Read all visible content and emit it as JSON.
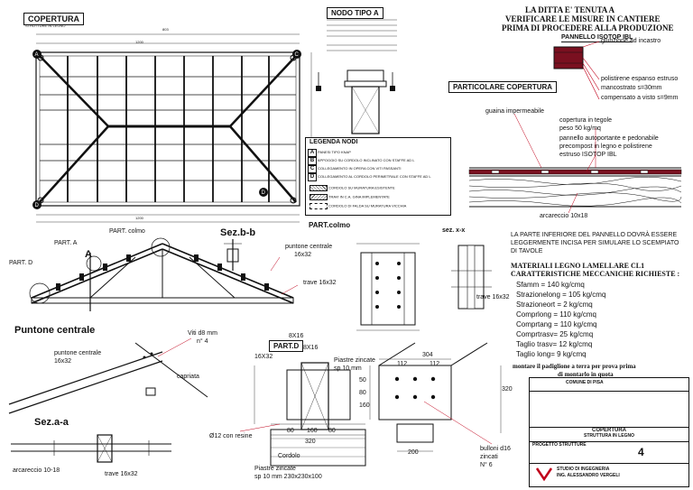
{
  "titles": {
    "copertura": "COPERTURA",
    "copertura_sub": "STRUTTURE IN LEGNO",
    "nodo": "NODO TIPO A",
    "particolare": "PARTICOLARE COPERTURA",
    "pannello": "PANNELLO ISOTOP IBL",
    "part_colmo": "PART.colmo",
    "part_d": "PART.D",
    "puntone": "Puntone centrale",
    "sez_bb": "Sez.b-b",
    "sez_aa": "Sez.a-a",
    "sez_xx": "sez. x-x"
  },
  "warning": {
    "line1": "LA DITTA E' TENUTA A",
    "line2": "VERIFICARE LE MISURE IN CANTIERE",
    "line3": "PRIMA DI PROCEDERE ALLA PRODUZIONE"
  },
  "pannello_labels": {
    "giunzione": "giunzione ad incastro",
    "polistirene": "polistirene espanso estruso",
    "manostrato": "mancostrato s=30mm",
    "compensato": "compensato a visto s=9mm"
  },
  "particolare_labels": {
    "guaina": "guaina impermeabile",
    "tegole": "copertura in tegole",
    "peso": "peso 50 kg/mq",
    "pannello1": "pannello autoportante e pedonabile",
    "pannello2": "precompost in legno e polistirene",
    "pannello3": "estruso ISOTOP IBL",
    "arcareccio": "arcareccio 10x18"
  },
  "legenda": {
    "title": "LEGENDA NODI",
    "rows": [
      {
        "key": "A",
        "text": "PANESI TIPO KNAP"
      },
      {
        "key": "B",
        "text": "APPOGGIO SU CORDOLO INCLINATO CON STAFFE AD L"
      },
      {
        "key": "C",
        "text": "COLLEGAMENTO IN OPERA CON VITI PASSANTI"
      },
      {
        "key": "D",
        "text": "COLLEGAMENTO AL CORDOLO PERIMETRALE CON STAFFE AD L"
      }
    ],
    "hatch": [
      "CORDOLO SU MURATURA ESISTENTE",
      "TRAVI IN C.A. GINA IMPLEMENTATE",
      "CORDOLO DI FALDA SU MURATURA VICCHIA"
    ]
  },
  "note_superficie": {
    "line1": "LA PARTE INFERIORE DEL PANNELLO DOVRÀ ESSERE",
    "line2": "LEGGERMENTE INCISA PER SIMULARE LO SCEMPIATO",
    "line3": "DI TAVOLE"
  },
  "materiali": {
    "title1": "MATERIALI LEGNO LAMELLARE CL1",
    "title2": "CARATTERISTICHE MECCANICHE RICHIESTE :",
    "rows": [
      "Sfamm = 140 kg/cmq",
      "Strazionelong = 105 kg/cmq",
      "Strazioneort = 2 kg/cmq",
      "Comprlong = 110 kg/cmq",
      "Comprtang = 110 kg/cmq",
      "Comprtrasv= 25 kg/cmq",
      "Taglio trasv= 12 kg/cmq",
      "Taglio long= 9 kg/cmq"
    ],
    "montaggio1": "montare il padiglione a terra per prova prima",
    "montaggio2": "di montarlo in quota"
  },
  "colmo_labels": {
    "part_a": "PART. A",
    "part_colmo_lbl": "PART. colmo",
    "part_d": "PART. D",
    "puntone": "puntone centrale",
    "puntone_dim": "16x32",
    "trave": "trave 16x32",
    "trave2": "trave 16x32",
    "a": "A",
    "b_left": "b",
    "b_right": "b"
  },
  "puntone_labels": {
    "viti": "Viti d8 mm",
    "viti_n": "n° 4",
    "puntone": "puntone centrale",
    "dim": "16x32",
    "capriata": "capriata",
    "arcareccio": "arcareccio 10-18",
    "trave": "trave 16x32"
  },
  "part_d_labels": {
    "dim1": "8X16",
    "dim2": "8X16",
    "dim3": "16X32",
    "piastre1": "Piastre zincate",
    "piastre1b": "sp 10 mm",
    "resine": "Ø12 con resine",
    "d80": "80",
    "d160": "160",
    "d80b": "80",
    "d320": "320",
    "cordolo": "Cordolo",
    "piastre2": "Piastre zincate",
    "piastre2b": "sp 10 mm 230x230x100",
    "d304": "304",
    "d112a": "112",
    "d112b": "112",
    "d320b": "320",
    "d200": "200",
    "bulloni": "bulloni d16",
    "zincati": "zincati",
    "n6": "N° 6",
    "d50": "50",
    "d80v": "80",
    "d160v": "160",
    "part_label": "PART.D"
  },
  "title_block": {
    "comune": "COMUNE DI PISA",
    "progetto": "COPERTURA",
    "progetto_sub": "STRUTTURA IN LEGNO",
    "tipo": "PROGETTO STRUTTURE",
    "tavola": "4",
    "studio": "STUDIO DI INGEGNERIA",
    "studio2": "ING. ALESSANDRO VERGELI"
  },
  "colors": {
    "line": "#111111",
    "red": "#c0001a",
    "panel": "#7a1020"
  }
}
